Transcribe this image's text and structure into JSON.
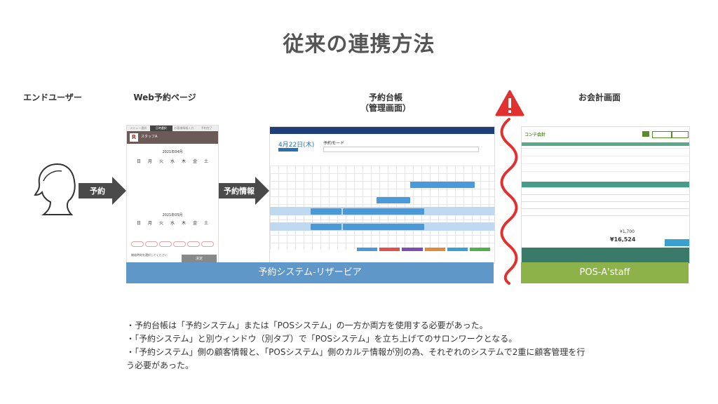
{
  "title": "従来の連携方法",
  "columns": {
    "end_user": "エンドユーザー",
    "web_booking": "Web予約ページ",
    "ledger_line1": "予約台帳",
    "ledger_line2": "（管理画面）",
    "checkout": "お会計画面"
  },
  "arrows": {
    "reserve": "予約",
    "reserve_info": "予約情報"
  },
  "systems": {
    "reservation": "予約システム-リザービア",
    "pos": "POS-A'staff"
  },
  "warning_icon": "exclamation-triangle",
  "colors": {
    "reservation_bar": "#5f97c8",
    "pos_bar": "#8db24a",
    "warning": "#e03030"
  },
  "web_page": {
    "steps": [
      "メニュー選択",
      "日時選択",
      "お客様情報入力",
      "予約完了"
    ],
    "staff_name": "スタッフA",
    "month1": "2021年04月",
    "month2": "2021年05月",
    "weekdays": [
      "日",
      "月",
      "火",
      "水",
      "木",
      "金",
      "土"
    ],
    "confirm": "決定",
    "notice": "開始時刻を選択してください"
  },
  "ledger": {
    "date": "4月22日(木)",
    "mode": "予約モード"
  },
  "pos_screen": {
    "header": "コンテ会計",
    "subtotal": "¥1,700",
    "total": "¥16,524"
  },
  "notes": [
    "・予約台帳は「予約システム」または「POSシステム」の一方か両方を使用する必要があった。",
    "・「予約システム」と別ウィンドウ（別タブ）で「POSシステム」を立ち上げてのサロンワークとなる。",
    "・「予約システム」側の顧客情報と、「POSシステム」側のカルテ情報が別の為、それぞれのシステムで2重に顧客管理を行",
    "う必要があった。"
  ]
}
